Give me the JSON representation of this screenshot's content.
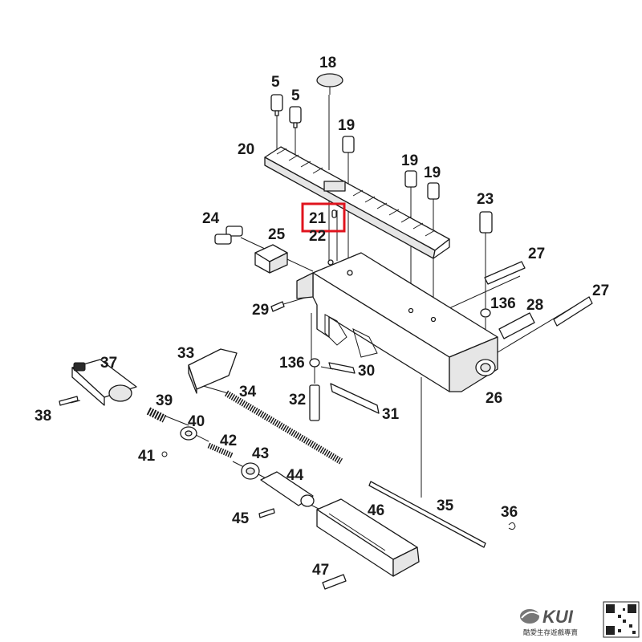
{
  "labels": {
    "p5a": "5",
    "p5b": "5",
    "p18": "18",
    "p19a": "19",
    "p19b": "19",
    "p19c": "19",
    "p20": "20",
    "p21": "21",
    "p22": "22",
    "p23": "23",
    "p24": "24",
    "p25": "25",
    "p26": "26",
    "p27a": "27",
    "p27b": "27",
    "p28": "28",
    "p29": "29",
    "p30": "30",
    "p31": "31",
    "p32": "32",
    "p33": "33",
    "p34": "34",
    "p35": "35",
    "p36": "36",
    "p37": "37",
    "p38": "38",
    "p39": "39",
    "p40": "40",
    "p41": "41",
    "p42": "42",
    "p43": "43",
    "p44": "44",
    "p45": "45",
    "p46": "46",
    "p47": "47",
    "p136a": "136",
    "p136b": "136"
  },
  "highlight": {
    "color": "#e0141e",
    "target": "21"
  },
  "watermark": {
    "brand": "KUI",
    "tagline": "酷愛生存遊戲專賣"
  }
}
